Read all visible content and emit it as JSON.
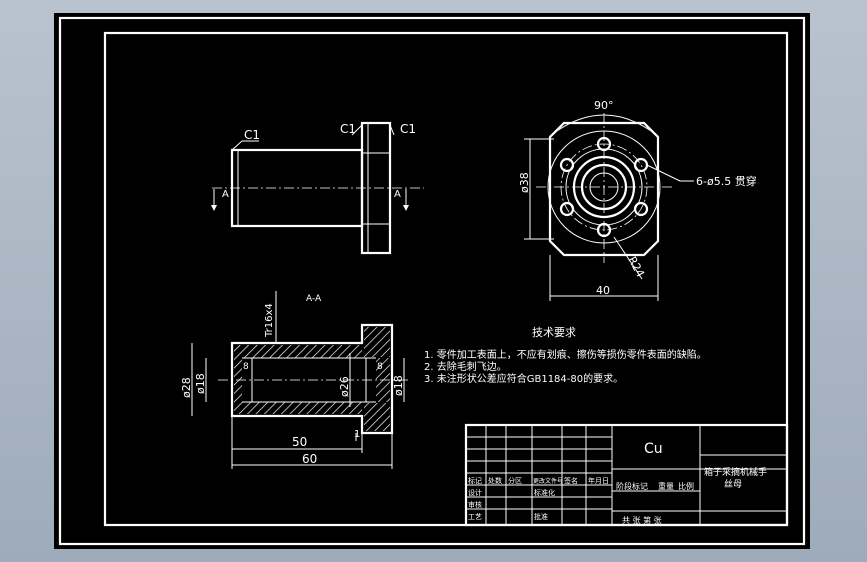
{
  "drawing": {
    "front_view": {
      "chamfer_label_left": "C1",
      "chamfer_label_mid": "C1",
      "chamfer_label_right": "C1",
      "section_mark_left": "A",
      "section_mark_right": "A"
    },
    "end_view": {
      "angle_label": "90°",
      "diameter_label": "ø38",
      "holes_label": "6-ø5.5 贯穿",
      "radius_label": "R24",
      "width_label": "40"
    },
    "section_view": {
      "title": "A-A",
      "thread_label": "Tr16x4",
      "outer_dia_label": "ø28",
      "bore_left_label": "ø18",
      "inner_label": "ø26",
      "bore_right_label": "ø18",
      "left_tick": "8",
      "right_tick": "8",
      "length_label_1": "50",
      "length_label_2": "60",
      "step_label": "1"
    },
    "notes": {
      "title": "技术要求",
      "lines": [
        "1. 零件加工表面上，不应有划痕、擦伤等损伤零件表面的缺陷。",
        "2. 去除毛刺飞边。",
        "3. 未注形状公差应符合GB1184-80的要求。"
      ]
    },
    "title_block": {
      "material": "Cu",
      "part_name_line1": "箱子采摘机械手",
      "part_name_line2": "丝母",
      "header_cells": [
        "标记",
        "处数",
        "分区",
        "更改文件号",
        "签名",
        "年月日"
      ],
      "row_labels": [
        "设计",
        "审核",
        "工艺"
      ],
      "standardization": "标准化",
      "approve": "批准",
      "stage_mark": "阶段标记",
      "weight": "重量",
      "scale": "比例",
      "sheet_info": "共 张 第 张"
    }
  }
}
